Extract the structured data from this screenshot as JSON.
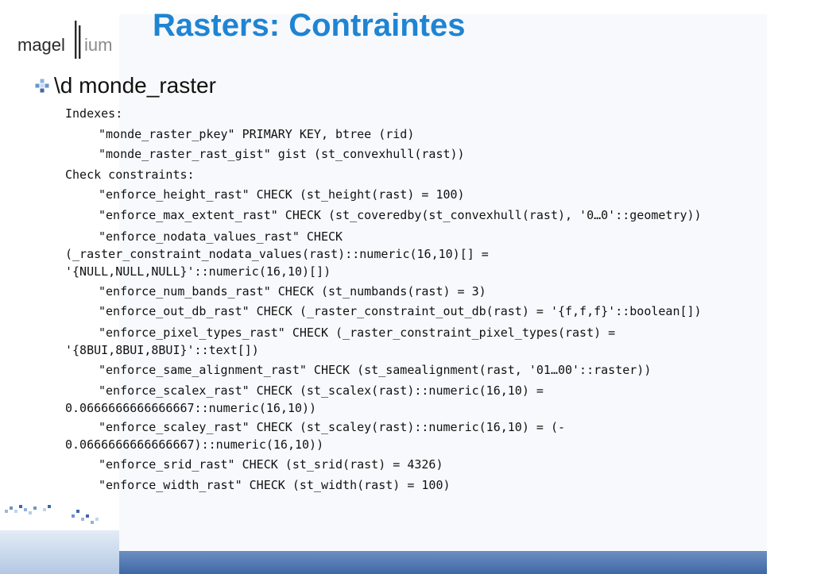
{
  "brand": {
    "logo_text_a": "magel",
    "logo_text_b": "ium"
  },
  "slide": {
    "title": "Rasters: Contraintes",
    "bullet": "\\d monde_raster"
  },
  "code": {
    "indexes_header": "Indexes:",
    "idx_1": "\"monde_raster_pkey\" PRIMARY KEY, btree (rid)",
    "idx_2": "\"monde_raster_rast_gist\" gist (st_convexhull(rast))",
    "check_header": "Check constraints:",
    "c_height": "\"enforce_height_rast\" CHECK (st_height(rast) = 100)",
    "c_max_extent": "\"enforce_max_extent_rast\" CHECK (st_coveredby(st_convexhull(rast), '0…0'::geometry))",
    "c_nodata_1": "\"enforce_nodata_values_rast\" CHECK",
    "c_nodata_2": "(_raster_constraint_nodata_values(rast)::numeric(16,10)[] =",
    "c_nodata_3": "'{NULL,NULL,NULL}'::numeric(16,10)[])",
    "c_num_bands": "\"enforce_num_bands_rast\" CHECK (st_numbands(rast) = 3)",
    "c_out_db": "\"enforce_out_db_rast\" CHECK (_raster_constraint_out_db(rast) = '{f,f,f}'::boolean[])",
    "c_pixel_1": "\"enforce_pixel_types_rast\" CHECK (_raster_constraint_pixel_types(rast) =",
    "c_pixel_2": "'{8BUI,8BUI,8BUI}'::text[])",
    "c_same_alignment": "\"enforce_same_alignment_rast\" CHECK (st_samealignment(rast, '01…00'::raster))",
    "c_scalex_1": "\"enforce_scalex_rast\" CHECK (st_scalex(rast)::numeric(16,10) =",
    "c_scalex_2": "0.0666666666666667::numeric(16,10))",
    "c_scaley_1": "\"enforce_scaley_rast\" CHECK (st_scaley(rast)::numeric(16,10) = (-",
    "c_scaley_2": "0.0666666666666667)::numeric(16,10))",
    "c_srid": "\"enforce_srid_rast\" CHECK (st_srid(rast) = 4326)",
    "c_width": "\"enforce_width_rast\" CHECK (st_width(rast) = 100)"
  },
  "colors": {
    "title": "#1f84d2",
    "accent_blue": "#3f68a7",
    "bullet_icon": "#6a95cc"
  }
}
